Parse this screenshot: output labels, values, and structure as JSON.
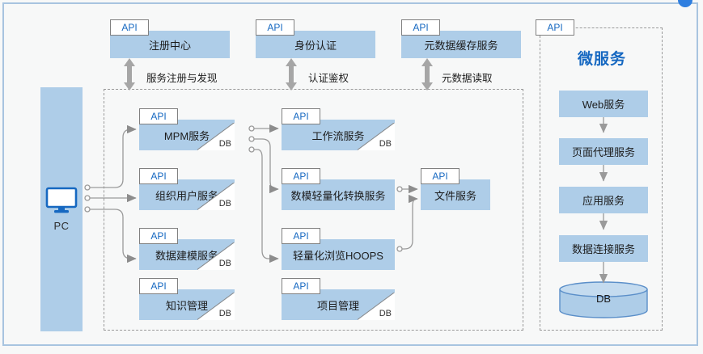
{
  "page": {
    "frame_color": "#a8c4e0",
    "background": "#f7f8f8",
    "accent_blue": "#1668c1",
    "box_fill": "#aecde8"
  },
  "client": {
    "label": "PC",
    "icon": "monitor-icon"
  },
  "top_services": [
    {
      "api_tag": "API",
      "label": "注册中心",
      "arrow_label": "服务注册与发现"
    },
    {
      "api_tag": "API",
      "label": "身份认证",
      "arrow_label": "认证鉴权"
    },
    {
      "api_tag": "API",
      "label": "元数据缓存服务",
      "arrow_label": "元数据读取"
    }
  ],
  "platform": {
    "column_left": [
      {
        "api_tag": "API",
        "label": "MPM服务",
        "db": "DB"
      },
      {
        "api_tag": "API",
        "label": "组织用户服务",
        "db": "DB"
      },
      {
        "api_tag": "API",
        "label": "数据建模服务",
        "db": "DB"
      },
      {
        "api_tag": "API",
        "label": "知识管理",
        "db": "DB"
      }
    ],
    "column_middle": [
      {
        "api_tag": "API",
        "label": "工作流服务",
        "db": "DB"
      },
      {
        "api_tag": "API",
        "label": "数模轻量化转换服务",
        "db": ""
      },
      {
        "api_tag": "API",
        "label": "轻量化浏览HOOPS",
        "db": ""
      },
      {
        "api_tag": "API",
        "label": "项目管理",
        "db": "DB"
      }
    ],
    "column_right": [
      {
        "api_tag": "API",
        "label": "文件服务",
        "db": ""
      }
    ]
  },
  "microservices": {
    "api_tag": "API",
    "title": "微服务",
    "stack": [
      {
        "label": "Web服务"
      },
      {
        "label": "页面代理服务"
      },
      {
        "label": "应用服务"
      },
      {
        "label": "数据连接服务"
      }
    ],
    "database": {
      "label": "DB"
    }
  }
}
